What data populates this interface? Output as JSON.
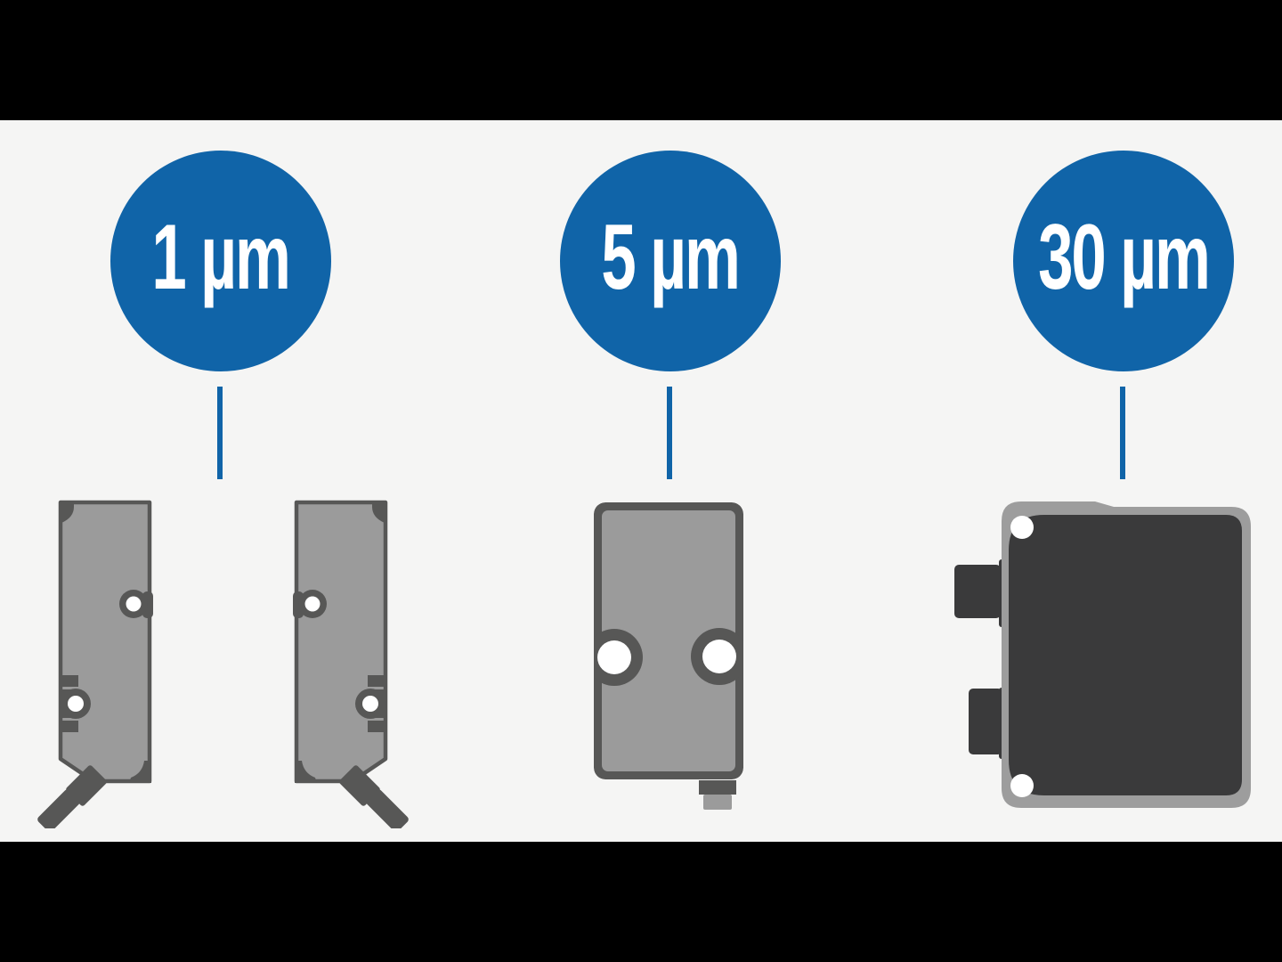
{
  "columns": [
    {
      "resolution_label": "1 µm",
      "devices": [
        "fiber-optic-amplifier-left",
        "fiber-optic-amplifier-right"
      ]
    },
    {
      "resolution_label": "5 µm",
      "devices": [
        "compact-photoelectric-sensor"
      ]
    },
    {
      "resolution_label": "30 µm",
      "devices": [
        "laser-distance-sensor"
      ]
    }
  ],
  "colors": {
    "accent": "#1064a8",
    "letterbox": "#000000",
    "stage-bg": "#f5f5f4",
    "sensor-fill": "#9b9b9b",
    "sensor-dark": "#575756",
    "device-frame": "#9d9d9d",
    "device-dark": "#3a3a3b",
    "hole-white": "#ffffff",
    "label-text": "#ffffff"
  }
}
